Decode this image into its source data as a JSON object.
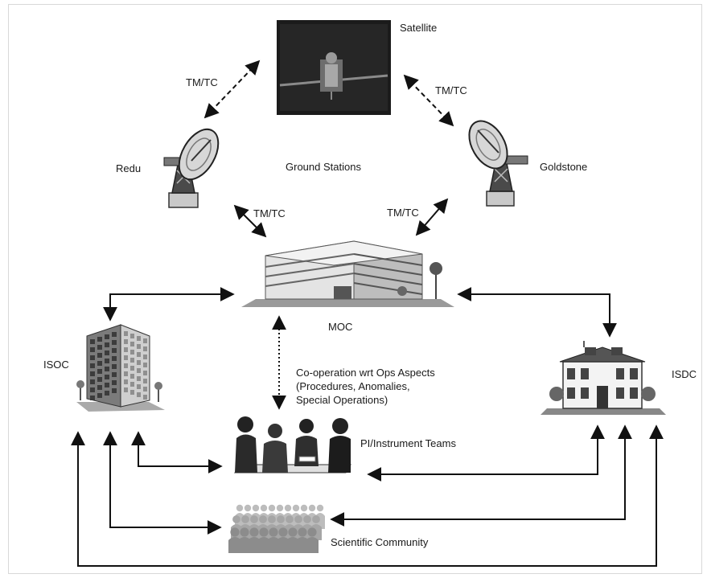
{
  "nodes": {
    "satellite": "Satellite",
    "redu": "Redu",
    "goldstone": "Goldstone",
    "ground_stations": "Ground Stations",
    "moc": "MOC",
    "isoc": "ISOC",
    "isdc": "ISDC",
    "pi_teams": "PI/Instrument Teams",
    "scientific_community": "Scientific Community"
  },
  "links": {
    "tmtc_sat_redu": "TM/TC",
    "tmtc_sat_goldstone": "TM/TC",
    "tmtc_redu_moc": "TM/TC",
    "tmtc_goldstone_moc": "TM/TC",
    "cooperation": [
      "Co-operation wrt Ops Aspects",
      "(Procedures, Anomalies,",
      "Special Operations)"
    ]
  },
  "colors": {
    "line": "#111111",
    "building_light": "#e6e6e6",
    "building_mid": "#b5b5b5",
    "building_dark": "#555555",
    "people_dark": "#262626",
    "crowd": "#9a9a9a"
  }
}
